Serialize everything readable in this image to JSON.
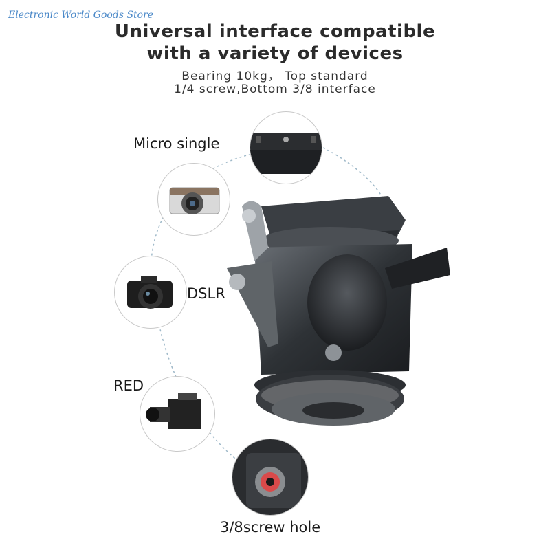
{
  "watermark": "Electronic World Goods Store",
  "heading": {
    "line1": "Universal interface compatible",
    "line2": "with a variety of devices"
  },
  "subheading": {
    "line1": "Bearing 10kg， Top standard",
    "line2": "1/4 screw,Bottom 3/8 interface"
  },
  "labels": {
    "micro_single": "Micro single",
    "dslr": "DSLR",
    "red": "RED",
    "screw_hole": "3/8screw hole"
  }
}
